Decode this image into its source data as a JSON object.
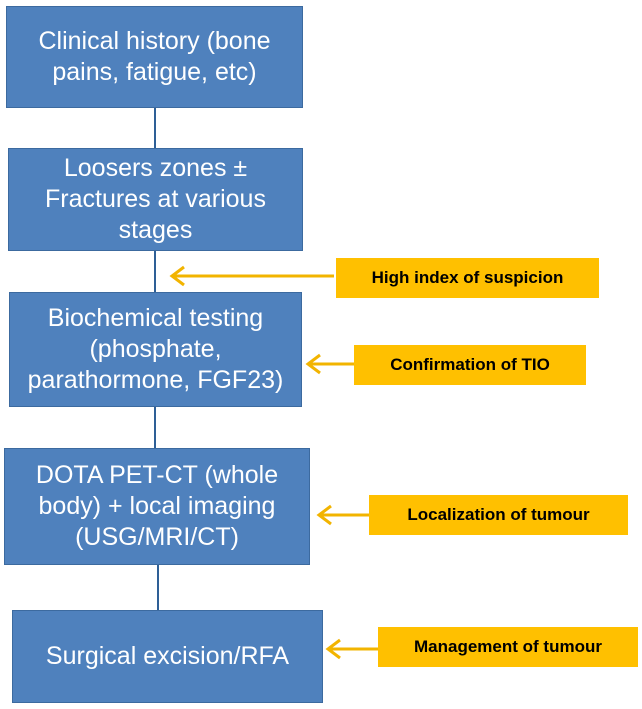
{
  "steps": [
    {
      "label": "Clinical history (bone\npains, fatigue, etc)"
    },
    {
      "label": "Loosers zones ±\nFractures at various\nstages"
    },
    {
      "label": "Biochemical testing\n(phosphate,\nparathormone, FGF23)"
    },
    {
      "label": "DOTA PET-CT (whole\nbody) + local imaging\n(USG/MRI/CT)"
    },
    {
      "label": "Surgical excision/RFA"
    }
  ],
  "annotations": [
    {
      "label": "High index of suspicion"
    },
    {
      "label": "Confirmation of TIO"
    },
    {
      "label": "Localization of tumour"
    },
    {
      "label": "Management of tumour"
    }
  ],
  "colors": {
    "box_fill": "#4f81bd",
    "connector": "#2e5f96",
    "note_fill": "#ffc000",
    "arrow": "#f2b400"
  }
}
